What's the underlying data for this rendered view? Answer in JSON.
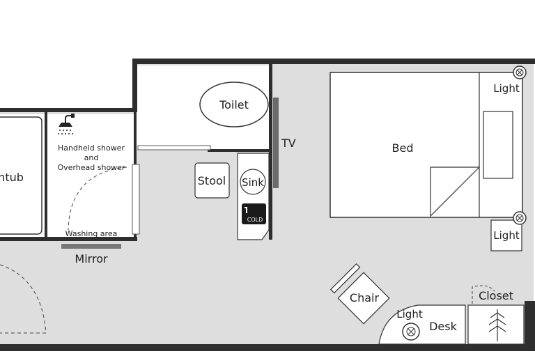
{
  "labels": {
    "toilet": "Toilet",
    "tv": "TV",
    "bed": "Bed",
    "light_top": "Light",
    "light_mid": "Light",
    "light_desk": "Light",
    "bathtub": "Bathtub",
    "shower_1": "Handheld shower",
    "shower_2": "and",
    "shower_3": "Overhead shower",
    "washing_area": "Washing area",
    "stool": "Stool",
    "sink": "Sink",
    "cold": "COLD",
    "mirror": "Mirror",
    "chair": "Chair",
    "closet": "Closet",
    "desk": "Desk"
  },
  "colors": {
    "floor": "#dedede",
    "wall": "#2e2e2e",
    "furniture": "#ffffff",
    "line": "#333333"
  }
}
